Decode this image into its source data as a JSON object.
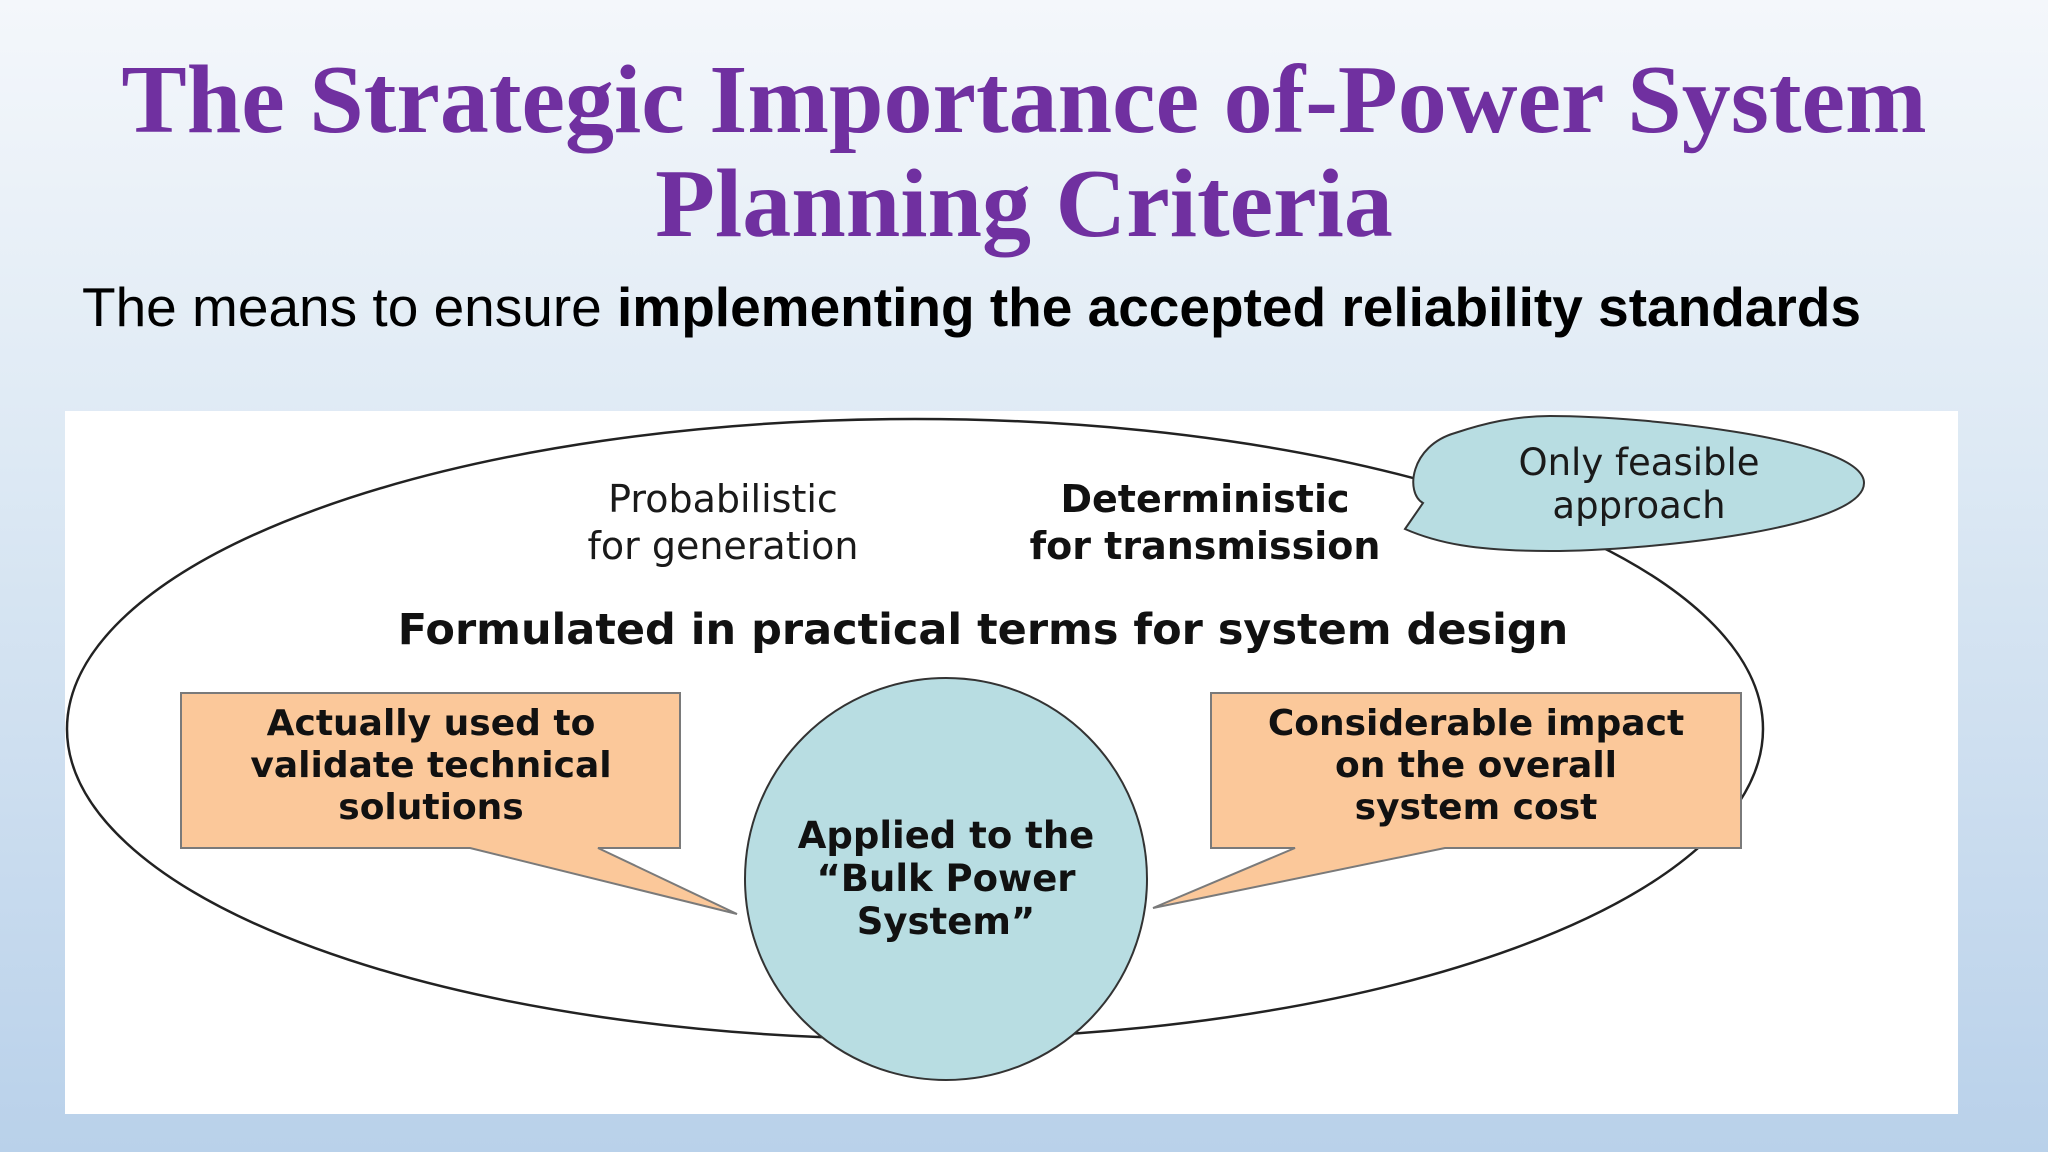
{
  "title": {
    "line1": "The Strategic Importance of-Power System",
    "line2": "Planning Criteria"
  },
  "subtitle": {
    "normal": "The means to ensure ",
    "bold": "implementing the accepted reliability standards"
  },
  "diagram": {
    "probabilistic": {
      "line1": "Probabilistic",
      "line2": "for generation"
    },
    "deterministic": {
      "line1": "Deterministic",
      "line2": "for transmission"
    },
    "feasible": {
      "line1": "Only feasible",
      "line2": "approach"
    },
    "formulated": "Formulated in practical terms for system design",
    "validate": {
      "line1": "Actually used to",
      "line2": "validate technical",
      "line3": "solutions"
    },
    "impact": {
      "line1": "Considerable impact",
      "line2": "on the overall",
      "line3": "system cost"
    },
    "bulk": {
      "line1": "Applied to the",
      "line2": "“Bulk Power",
      "line3": "System”"
    }
  },
  "colors": {
    "title": "#7030a0",
    "callout_orange": "#fbc89a",
    "callout_teal": "#b8dde2"
  }
}
